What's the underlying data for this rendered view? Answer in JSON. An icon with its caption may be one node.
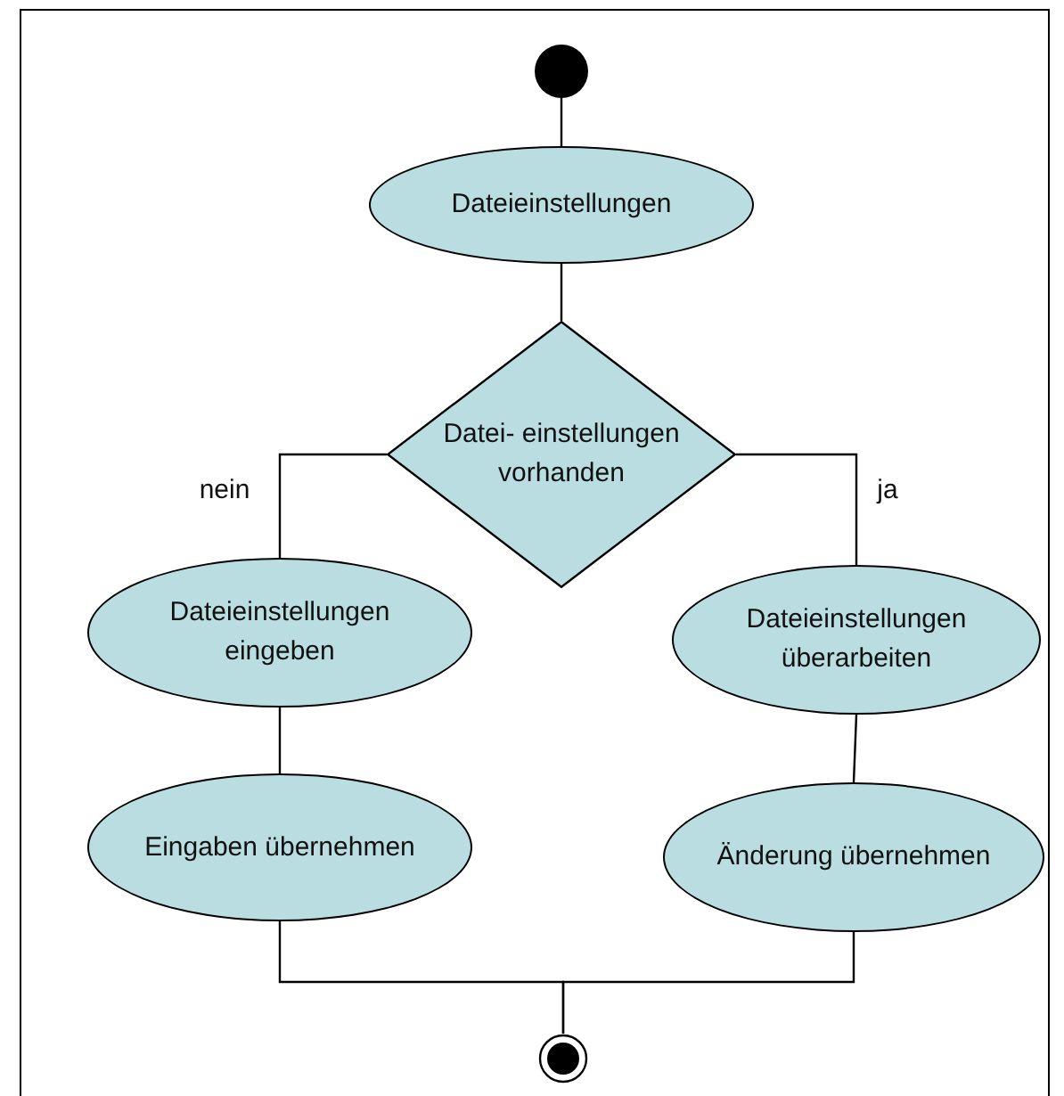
{
  "diagram": {
    "nodes": [
      {
        "text": [],
        "shape": "circle"
      },
      {
        "text": [
          "Dateieinstellungen"
        ]
      },
      {
        "text": [
          "Datei- einstellungen vorhanden"
        ]
      },
      {
        "text": [
          "Dateieinstellungen eingeben"
        ]
      },
      {
        "text": [
          "Dateieinstellungen überarbeiten"
        ]
      },
      {
        "text": [
          "Eingaben übernehmen"
        ]
      },
      {
        "text": [
          "Änderung übernehmen"
        ]
      },
      {
        "text": [],
        "shape": "circle"
      }
    ],
    "edges": [
      {
        "from": 0,
        "to": 1,
        "arrow": "none"
      },
      {
        "from": 1,
        "to": 2,
        "arrow": "none"
      },
      {
        "from": 2,
        "to": 3,
        "arrow": "none",
        "label": "nein"
      },
      {
        "from": 2,
        "to": 4,
        "arrow": "none",
        "label": "ja"
      },
      {
        "from": 3,
        "to": 5,
        "arrow": "none"
      },
      {
        "from": 4,
        "to": 6,
        "arrow": "none"
      },
      {
        "from": 5,
        "to": 7,
        "arrow": "none"
      },
      {
        "from": 6,
        "to": 7,
        "arrow": "none"
      }
    ]
  }
}
